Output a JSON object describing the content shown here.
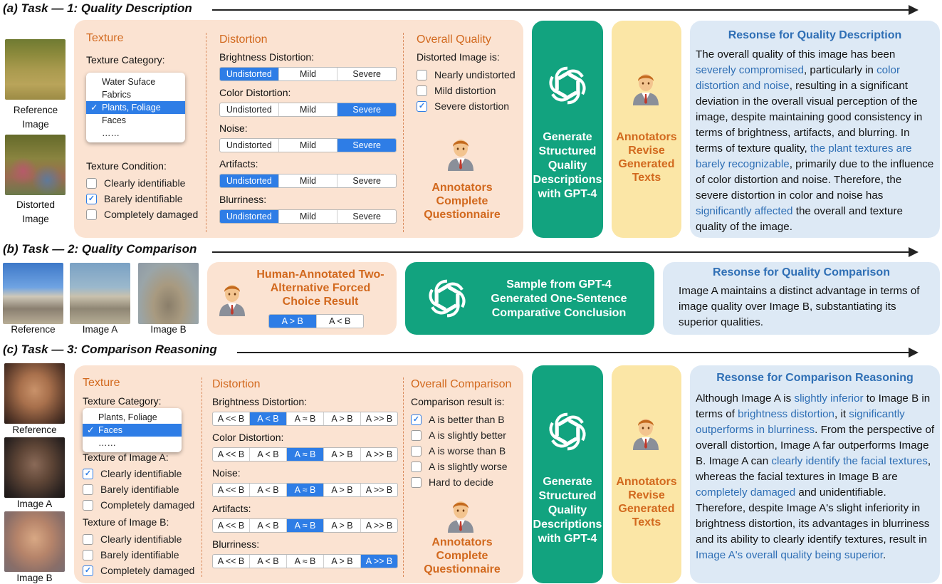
{
  "task1": {
    "title": "(a) Task — 1: Quality Description",
    "captions": [
      "Reference Image",
      "Distorted Image"
    ],
    "texture": {
      "heading": "Texture",
      "category_label": "Texture Category:",
      "dropdown": [
        "Water Suface",
        "Fabrics",
        "Plants, Foliage",
        "Faces",
        "……"
      ],
      "condition_label": "Texture Condition:",
      "conditions": [
        "Clearly identifiable",
        "Barely identifiable",
        "Completely damaged"
      ]
    },
    "distortion": {
      "heading": "Distortion",
      "rows": [
        {
          "label": "Brightness Distortion:",
          "options": [
            "Undistorted",
            "Mild",
            "Severe"
          ]
        },
        {
          "label": "Color Distortion:",
          "options": [
            "Undistorted",
            "Mild",
            "Severe"
          ]
        },
        {
          "label": "Noise:",
          "options": [
            "Undistorted",
            "Mild",
            "Severe"
          ]
        },
        {
          "label": "Artifacts:",
          "options": [
            "Undistorted",
            "Mild",
            "Severe"
          ]
        },
        {
          "label": "Blurriness:",
          "options": [
            "Undistorted",
            "Mild",
            "Severe"
          ]
        }
      ]
    },
    "overall": {
      "heading": "Overall Quality",
      "label": "Distorted Image is:",
      "options": [
        "Nearly undistorted",
        "Mild distortion",
        "Severe distortion"
      ]
    },
    "annotators": "Annotators Complete Questionnaire",
    "gpt_box": "Generate Structured Quality Descriptions with GPT-4",
    "revise_box": "Annotators Revise Generated Texts",
    "response_title": "Resonse for Quality Description",
    "response": [
      {
        "t": "The overall quality of this image has been ",
        "h": false
      },
      {
        "t": "severely compromised",
        "h": true
      },
      {
        "t": ", particularly in ",
        "h": false
      },
      {
        "t": "color distortion and noise",
        "h": true
      },
      {
        "t": ", resulting in a significant deviation in the overall visual perception of the image, despite maintaining good consistency in terms of brightness, artifacts, and blurring. In terms of texture quality, ",
        "h": false
      },
      {
        "t": "the plant textures are barely recognizable",
        "h": true
      },
      {
        "t": ", primarily due to the influence of color distortion and noise. Therefore, the severe distortion in color and noise has ",
        "h": false
      },
      {
        "t": "significantly affected",
        "h": true
      },
      {
        "t": " the overall and texture quality of the image.",
        "h": false
      }
    ]
  },
  "task2": {
    "title": "(b) Task — 2: Quality Comparison",
    "captions": [
      "Reference",
      "Image A",
      "Image B"
    ],
    "human_box": "Human-Annotated Two-Alternative Forced Choice Result",
    "choice": [
      "A > B",
      "A < B"
    ],
    "gpt_box": "Sample from GPT-4 Generated One-Sentence Comparative Conclusion",
    "response_title": "Resonse for Quality Comparison",
    "response": "Image A maintains a distinct advantage in terms of image quality over Image B, substantiating its superior qualities."
  },
  "task3": {
    "title": "(c) Task — 3: Comparison Reasoning",
    "captions": [
      "Reference",
      "Image A",
      "Image B"
    ],
    "texture": {
      "heading": "Texture",
      "category_label": "Texture Category:",
      "dropdown": [
        "Plants, Foliage",
        "Faces",
        "……"
      ],
      "a_label": "Texture of Image A:",
      "b_label": "Texture of Image B:",
      "conditions": [
        "Clearly identifiable",
        "Barely identifiable",
        "Completely damaged"
      ]
    },
    "distortion": {
      "heading": "Distortion",
      "rows": [
        {
          "label": "Brightness Distortion:",
          "options": [
            "A << B",
            "A < B",
            "A ≈ B",
            "A > B",
            "A >> B"
          ]
        },
        {
          "label": "Color Distortion:",
          "options": [
            "A << B",
            "A < B",
            "A ≈ B",
            "A > B",
            "A >> B"
          ]
        },
        {
          "label": "Noise:",
          "options": [
            "A << B",
            "A < B",
            "A ≈ B",
            "A > B",
            "A >> B"
          ]
        },
        {
          "label": "Artifacts:",
          "options": [
            "A << B",
            "A < B",
            "A ≈ B",
            "A > B",
            "A >> B"
          ]
        },
        {
          "label": "Blurriness:",
          "options": [
            "A << B",
            "A < B",
            "A ≈ B",
            "A > B",
            "A >> B"
          ]
        }
      ]
    },
    "overall": {
      "heading": "Overall Comparison",
      "label": "Comparison result is:",
      "options": [
        "A is better than B",
        "A is slightly better",
        "A is worse than B",
        "A is slightly worse",
        "Hard to decide"
      ]
    },
    "annotators": "Annotators Complete Questionnaire",
    "gpt_box": "Generate Structured Quality Descriptions with GPT-4",
    "revise_box": "Annotators Revise Generated Texts",
    "response_title": "Resonse for Comparison Reasoning",
    "response": [
      {
        "t": "Although Image A is ",
        "h": false
      },
      {
        "t": "slightly inferior",
        "h": true
      },
      {
        "t": " to Image B in terms of ",
        "h": false
      },
      {
        "t": "brightness distortion",
        "h": true
      },
      {
        "t": ", it ",
        "h": false
      },
      {
        "t": "significantly outperforms in blurriness",
        "h": true
      },
      {
        "t": ". From the perspective of overall distortion, Image A far outperforms Image B. Image A can ",
        "h": false
      },
      {
        "t": "clearly identify the facial textures",
        "h": true
      },
      {
        "t": ", whereas the facial textures in Image B are ",
        "h": false
      },
      {
        "t": "completely damaged",
        "h": true
      },
      {
        "t": " and unidentifiable. Therefore, despite Image A's slight inferiority in brightness distortion, its advantages in blurriness and its ability to clearly identify textures, result in ",
        "h": false
      },
      {
        "t": "Image A's overall quality being superior",
        "h": true
      },
      {
        "t": ".",
        "h": false
      }
    ]
  },
  "colors": {
    "peach": "#fbe3d2",
    "teal": "#12a37f",
    "yellow": "#fbe6a6",
    "blue": "#dde9f5",
    "orange": "#d2691e",
    "highlight": "#2f6fb5",
    "select": "#2e7de6"
  },
  "icons": [
    "openai-logo-icon",
    "annotator-person-icon",
    "check-icon"
  ]
}
